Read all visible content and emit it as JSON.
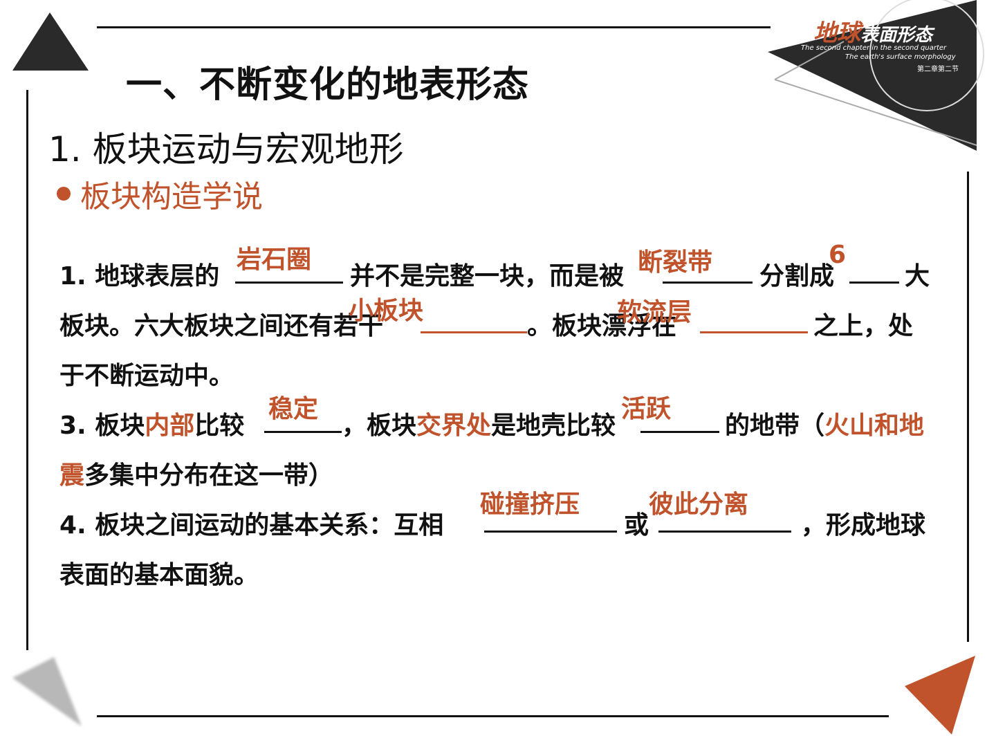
{
  "header": {
    "title": "一、不断变化的地表形态",
    "subtitle": "1. 板块运动与宏观地形",
    "bullet": "板块构造学说"
  },
  "brand": {
    "main_accent": "地球",
    "main": "表面形态",
    "line1": "The second chapter in the second quarter",
    "line2": "The earth's surface morphology",
    "line3": "第二章第二节"
  },
  "questions": {
    "q1": {
      "part1": "1. 地球表层的",
      "part2": "并不是完整一块，而是被",
      "part3": "分割成",
      "part4": "大",
      "line2a": "板块。六大板块之间还有若干",
      "line2b": "。板块漂浮在",
      "line2c": "之上，处",
      "line3": "于不断运动中。"
    },
    "q3": {
      "p1": "3. 板块",
      "p2": "内部",
      "p3": "比较",
      "p4": "，板块",
      "p5": "交界处",
      "p6": "是地壳比较",
      "p7": "的地带（",
      "p8": "火山和地",
      "l2a": "震",
      "l2b": "多集中分布在这一带）"
    },
    "q4": {
      "p1": "4. 板块之间运动的基本关系：互相",
      "p2": "或",
      "p3": "，形成地球",
      "l2": "表面的基本面貌。"
    }
  },
  "answers": {
    "a1": "岩石圈",
    "a2": "断裂带",
    "a3": "6",
    "a4": "小板块",
    "a5": "软流层",
    "a6": "稳定",
    "a7": "活跃",
    "a8": "碰撞挤压",
    "a9": "彼此分离"
  },
  "colors": {
    "accent": "#c0532b",
    "text": "#111111",
    "dark": "#2a2a2a"
  }
}
